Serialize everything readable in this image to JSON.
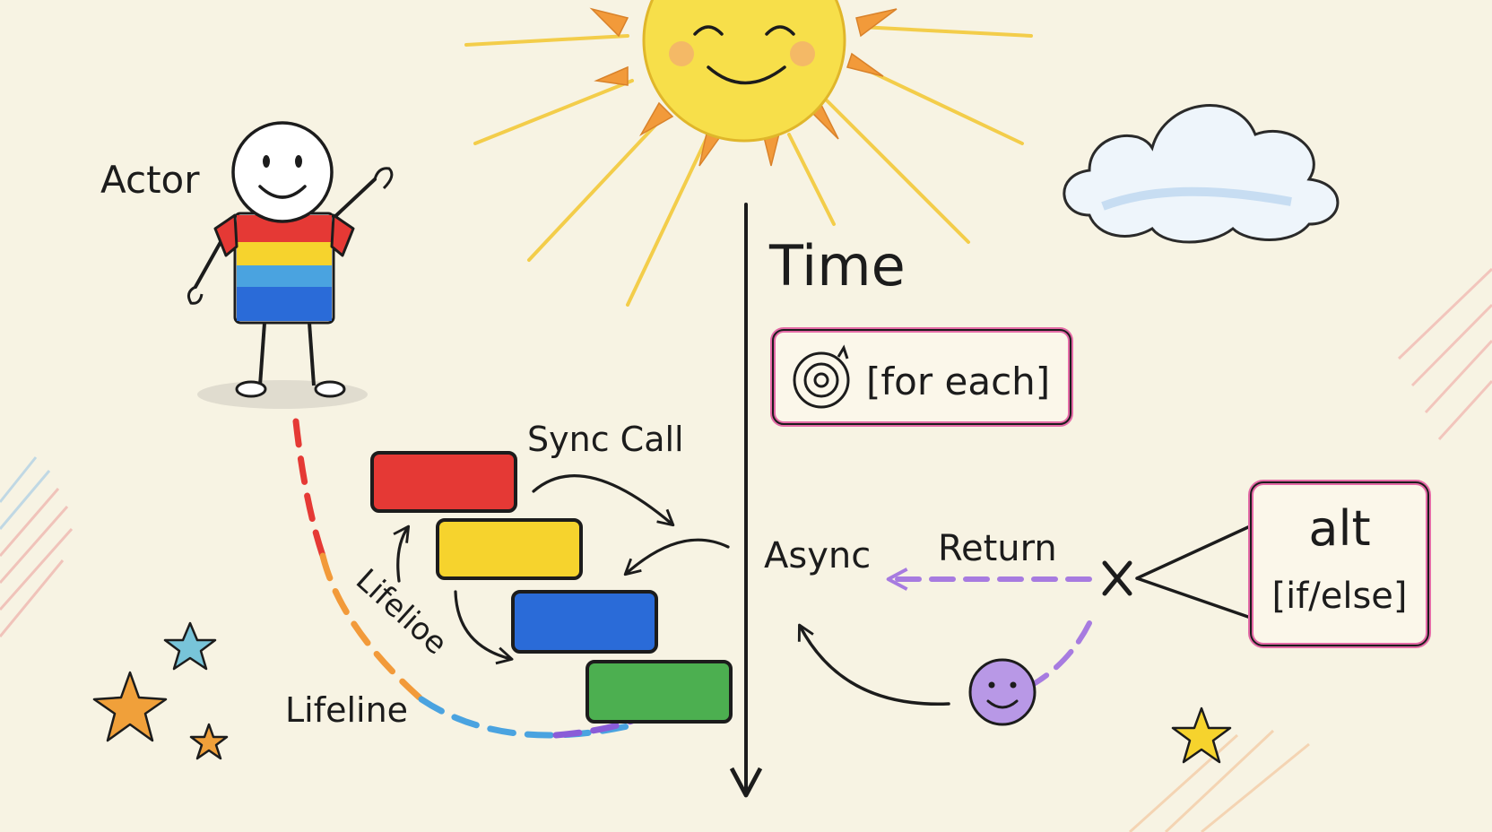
{
  "labels": {
    "actor": "Actor",
    "time": "Time",
    "loop": "[for each]",
    "sync_call": "Sync Call",
    "async": "Async",
    "return": "Return",
    "lifeline_curved": "Lifelioe",
    "lifeline": "Lifeline",
    "alt_title": "alt",
    "alt_condition": "[if/else]"
  },
  "colors": {
    "background": "#f7f3e3",
    "activation_red": "#e53935",
    "activation_yellow": "#f6d32d",
    "activation_blue": "#2a6bd8",
    "activation_green": "#4caf50",
    "frame_pink": "#e46aa6",
    "return_purple": "#a77be0",
    "sun_yellow": "#f7df4a",
    "ray_orange": "#f29a3a",
    "cloud_blue": "#9fc6ea"
  }
}
